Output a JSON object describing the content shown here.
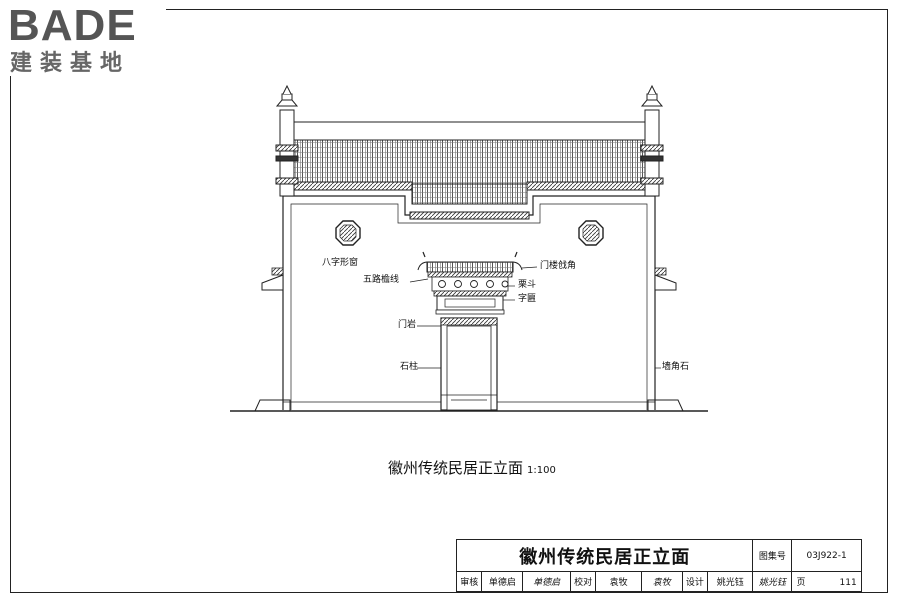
{
  "watermark": {
    "brand": "BADE",
    "subtitle": "建装基地"
  },
  "drawing": {
    "labels": {
      "octagon_window": "八字形窗",
      "five_ridge_eave": "五路檐线",
      "gate_tower_corner": "门楼戗角",
      "bracket": "栗斗",
      "plaque": "字匾",
      "door_frame": "门岩",
      "stone_pillar": "石柱",
      "corner_stone": "墙角石"
    },
    "caption": "徽州传统民居正立面",
    "scale": "1:100"
  },
  "title_block": {
    "title": "徽州传统民居正立面",
    "atlas_label": "图集号",
    "atlas_no": "03J922-1",
    "review_label": "审核",
    "reviewer": "单德启",
    "reviewer_sig": "单德启",
    "check_label": "校对",
    "checker": "袁牧",
    "checker_sig": "袁牧",
    "design_label": "设计",
    "designer": "姚光钰",
    "designer_sig": "姚光钰",
    "page_label": "页",
    "page_no": "111"
  }
}
